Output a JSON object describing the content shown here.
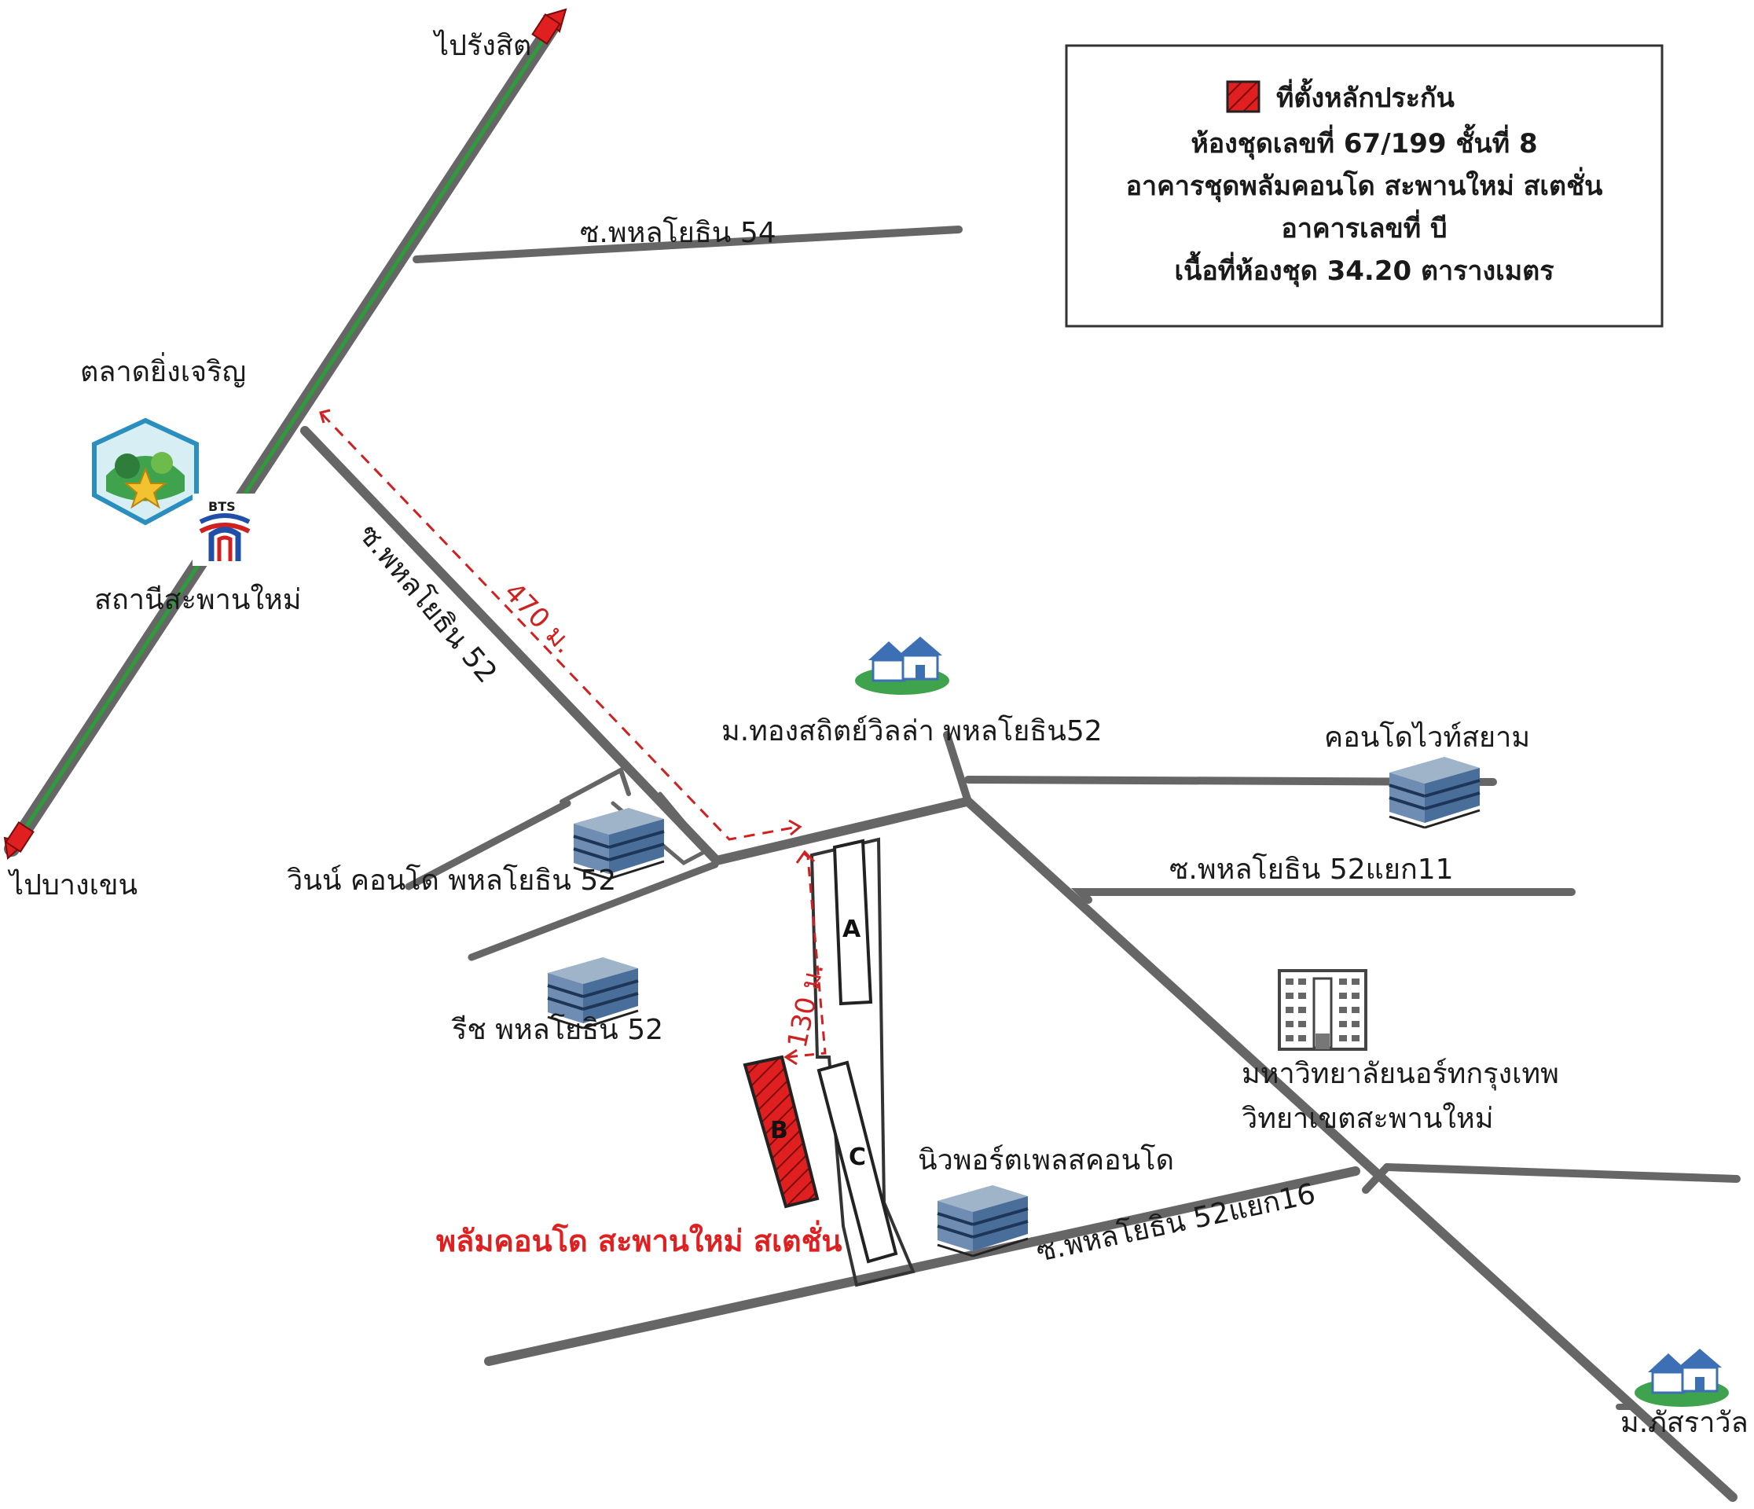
{
  "colors": {
    "road": "#666666",
    "bts_line": "#2e9b3a",
    "route": "#d02020",
    "highlight": "#e02020",
    "building_blue": "#4a6e9a"
  },
  "legend": {
    "key_label": "ที่ตั้งหลักประกัน",
    "line1": "ห้องชุดเลขที่ 67/199 ชั้นที่ 8",
    "line2": "อาคารชุดพลัมคอนโด สะพานใหม่ สเตชั่น",
    "line3": "อาคารเลขที่ บี",
    "line4": "เนื้อที่ห้องชุด 34.20 ตารางเมตร"
  },
  "directions": {
    "north": "ไปรังสิต",
    "south": "ไปบางเขน"
  },
  "roads": {
    "soi54": "ซ.พหลโยธิน 54",
    "soi52": "ซ.พหลโยธิน 52",
    "soi52_11": "ซ.พหลโยธิน 52แยก11",
    "soi52_16": "ซ.พหลโยธิน 52แยก16"
  },
  "distances": {
    "d1": "470 ม.",
    "d2": "130 ม."
  },
  "landmarks": {
    "market": "ตลาดยิ่งเจริญ",
    "bts_logo_text": "BTS",
    "station": "สถานีสะพานใหม่",
    "village1": "ม.ทองสถิตย์วิลล่า พหลโยธิน52",
    "white_siam": "คอนโดไวท์สยาม",
    "win_condo": "วินน์ คอนโด พหลโยธิน 52",
    "reach": "รีช พหลโยธิน 52",
    "university_1": "มหาวิทยาลัยนอร์ทกรุงเทพ",
    "university_2": "วิทยาเขตสะพานใหม่",
    "newport": "นิวพอร์ตเพลสคอนโด",
    "plum": "พลัมคอนโด สะพานใหม่ สเตชั่น",
    "passarawan": "ม.ภัสราวัล"
  },
  "buildings": {
    "a": "A",
    "b": "B",
    "c": "C"
  }
}
